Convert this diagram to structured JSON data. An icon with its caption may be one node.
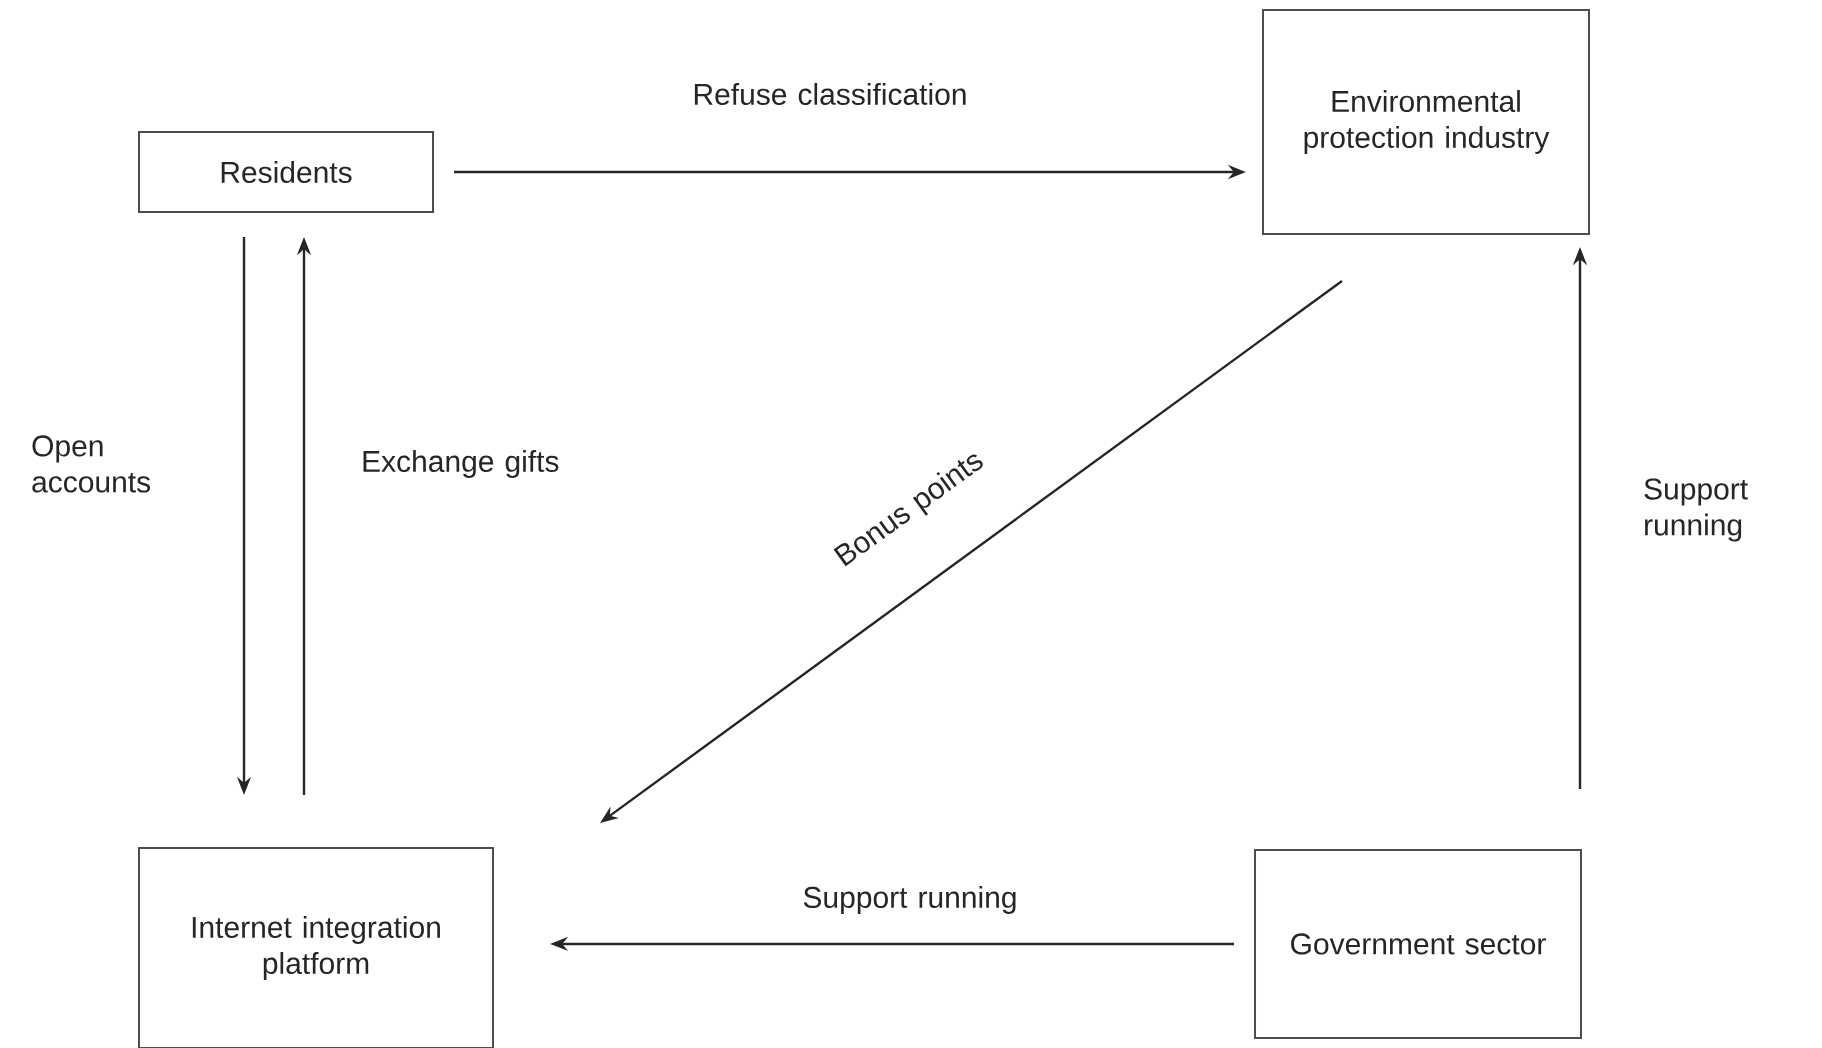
{
  "diagram": {
    "nodes": [
      {
        "text": [
          "Residents"
        ]
      },
      {
        "text": [
          "Environmental protection industry"
        ]
      },
      {
        "text": [
          "Internet integration platform"
        ]
      },
      {
        "text": [
          "Government sector"
        ]
      }
    ],
    "edges": [
      {
        "from": 0,
        "to": 1,
        "arrow": "to",
        "label": "Refuse classification"
      },
      {
        "from": 0,
        "to": 2,
        "arrow": "to",
        "label": "Open accounts"
      },
      {
        "from": 2,
        "to": 0,
        "arrow": "to",
        "label": "Exchange gifts"
      },
      {
        "from": 1,
        "to": 2,
        "arrow": "to",
        "label": "Bonus points"
      },
      {
        "from": 3,
        "to": 1,
        "arrow": "to",
        "label": "Support running"
      },
      {
        "from": 3,
        "to": 2,
        "arrow": "to",
        "label": "Support running"
      }
    ]
  }
}
